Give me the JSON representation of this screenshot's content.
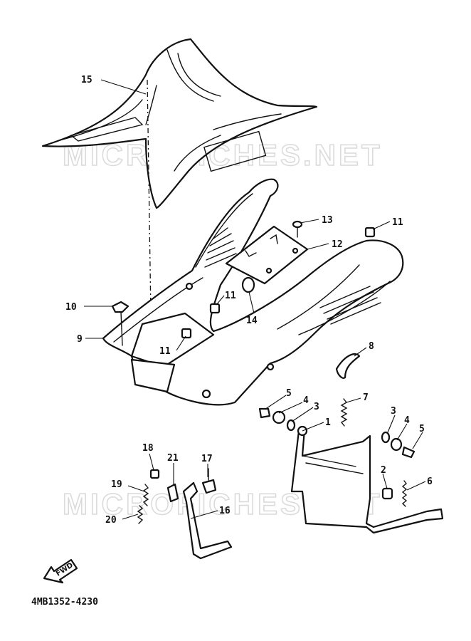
{
  "watermark": "MICROFICHES.NET",
  "diagram_code": "4MB1352-4230",
  "direction_label": "FWD",
  "callouts": {
    "c1": "1",
    "c2": "2",
    "c3a": "3",
    "c3b": "3",
    "c4a": "4",
    "c4b": "4",
    "c5a": "5",
    "c5b": "5",
    "c6": "6",
    "c7": "7",
    "c8": "8",
    "c9": "9",
    "c10": "10",
    "c11a": "11",
    "c11b": "11",
    "c11c": "11",
    "c12": "12",
    "c13": "13",
    "c14": "14",
    "c15": "15",
    "c16": "16",
    "c17": "17",
    "c18": "18",
    "c19": "19",
    "c20": "20",
    "c21": "21"
  }
}
